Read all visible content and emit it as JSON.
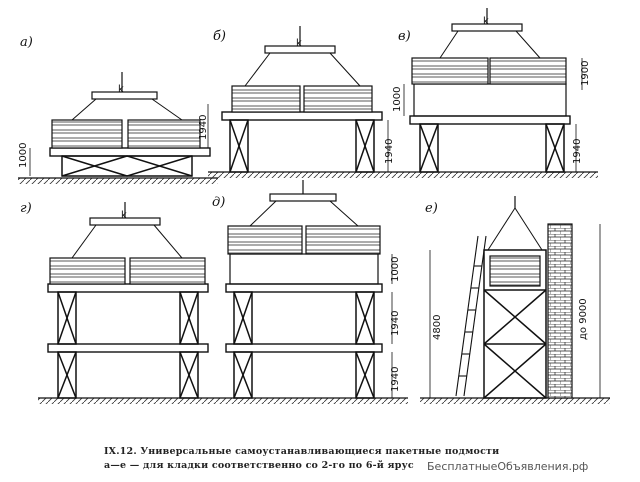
{
  "panels": {
    "a": {
      "label": "а)",
      "dims": [
        "1000",
        "1940"
      ],
      "hook": "k"
    },
    "b": {
      "label": "б)",
      "dims": [
        "1940"
      ],
      "hook": "k"
    },
    "v": {
      "label": "в)",
      "dims": [
        "1900",
        "1000",
        "1940"
      ],
      "hook": "k"
    },
    "g": {
      "label": "г)",
      "dims": [],
      "hook": "k"
    },
    "d": {
      "label": "д)",
      "dims": [
        "1000",
        "1940",
        "1940"
      ],
      "hook": "k"
    },
    "e": {
      "label": "е)",
      "dims": [
        "4800",
        "до 9000"
      ]
    }
  },
  "caption": {
    "line1": "IX.12. Универсальные самоустанавливающиеся пакетные подмости",
    "line2": "а—е — для кладки соответственно со 2-го по 6-й ярус"
  },
  "watermark": "БесплатныеОбъявления.рф"
}
